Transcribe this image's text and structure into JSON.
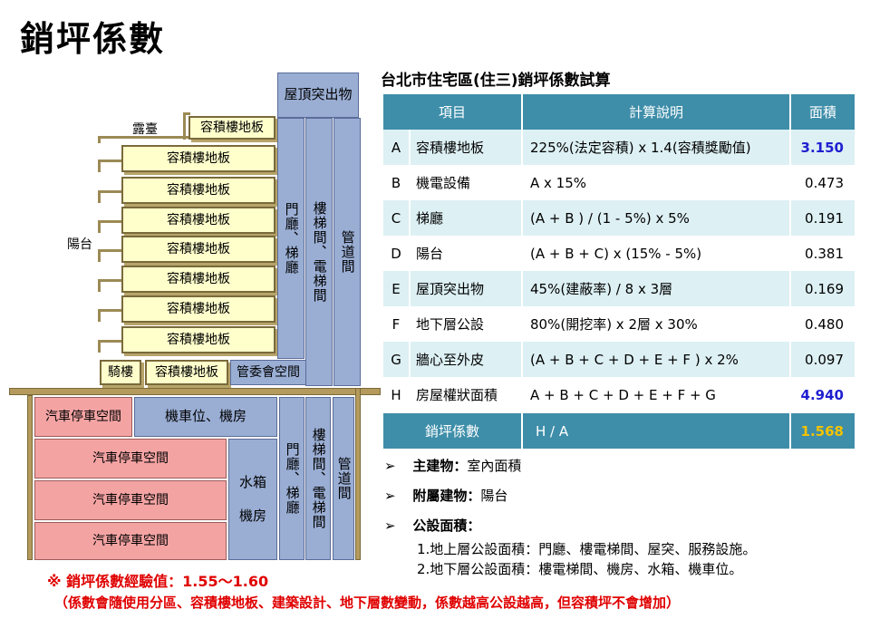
{
  "title": "銷坪係數",
  "diagram": {
    "roof": "屋頂突出物",
    "terrace": "露臺",
    "balcony": "陽台",
    "floor_label": "容積樓地板",
    "arcade": "騎樓",
    "management_space": "管委會空間",
    "lobby": "門廳、梯廳",
    "stair_elevator": "樓梯間、電梯間",
    "pipe": "管道間",
    "parking_space": "汽車停車空間",
    "motorcycle": "機車位、機房",
    "water_tank": "水箱",
    "machine_room": "機房"
  },
  "table": {
    "title": "台北市住宅區(住三)銷坪係數試算",
    "headers": [
      "項目",
      "計算說明",
      "面積"
    ],
    "rows": [
      {
        "letter": "A",
        "item": "容積樓地板",
        "desc": "225%(法定容積) x 1.4(容積獎勵值)",
        "area": "3.150"
      },
      {
        "letter": "B",
        "item": "機電設備",
        "desc": "A x 15%",
        "area": "0.473"
      },
      {
        "letter": "C",
        "item": "梯廳",
        "desc": "(A + B ) / (1 - 5%) x 5%",
        "area": "0.191"
      },
      {
        "letter": "D",
        "item": "陽台",
        "desc": "(A + B + C) x (15% - 5%)",
        "area": "0.381"
      },
      {
        "letter": "E",
        "item": "屋頂突出物",
        "desc": "45%(建蔽率)  / 8 x 3層",
        "area": "0.169"
      },
      {
        "letter": "F",
        "item": "地下層公設",
        "desc": "80%(開挖率) x 2層 x 30%",
        "area": "0.480"
      },
      {
        "letter": "G",
        "item": "牆心至外皮",
        "desc": "(A + B + C + D + E + F ) x 2%",
        "area": "0.097"
      },
      {
        "letter": "H",
        "item": "房屋權狀面積",
        "desc": "A + B + C + D + E + F + G",
        "area": "4.940"
      }
    ],
    "summary": {
      "label": "銷坪係數",
      "desc": "H / A",
      "area": "1.568"
    }
  },
  "bullets": [
    {
      "label": "主建物：",
      "text": "室內面積"
    },
    {
      "label": "附屬建物：",
      "text": "陽台"
    },
    {
      "label": "公設面積：",
      "text": ""
    }
  ],
  "public_notes": [
    "1.地上層公設面積：門廳、樓電梯間、屋突、服務設施。",
    "2.地下層公設面積：樓電梯間、機房、水箱、機車位。"
  ],
  "notes": {
    "experience": "※ 銷坪係數經驗值：1.55～1.60",
    "remark": "（係數會隨使用分區、容積樓地板、建築設計、地下層數變動，係數越高公設越高，但容積坪不會增加）"
  },
  "colors": {
    "header": "#3e8ea9",
    "row_alt": "#ddf0f4",
    "blue_value": "#1f1fd0",
    "gold_value": "#f2c200",
    "note_red": "#e00000"
  }
}
